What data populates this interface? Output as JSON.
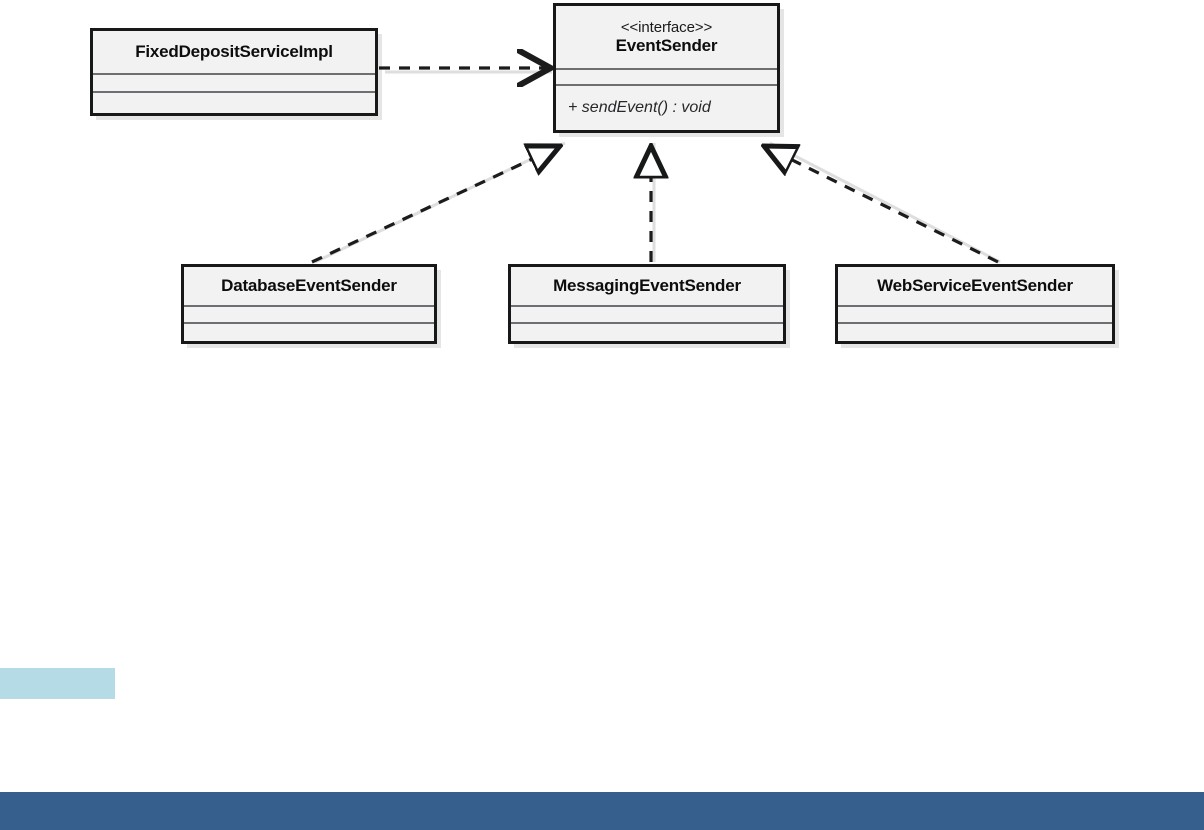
{
  "diagram": {
    "kind": "uml-class-diagram",
    "background": "#ffffff",
    "classes": [
      {
        "id": "fixeddeposit",
        "name": "FixedDepositServiceImpl",
        "stereotype": "",
        "attributes": [],
        "operations": []
      },
      {
        "id": "eventsender",
        "name": "EventSender",
        "stereotype": "<<interface>>",
        "attributes": [],
        "operations": [
          "+ sendEvent() : void"
        ]
      },
      {
        "id": "databaseeventsender",
        "name": "DatabaseEventSender",
        "stereotype": "",
        "attributes": [],
        "operations": []
      },
      {
        "id": "messagingeventsender",
        "name": "MessagingEventSender",
        "stereotype": "",
        "attributes": [],
        "operations": []
      },
      {
        "id": "webserviceeventsender",
        "name": "WebServiceEventSender",
        "stereotype": "",
        "attributes": [],
        "operations": []
      }
    ],
    "relationships": [
      {
        "id": "dep-fixeddeposit-eventsender",
        "type": "dependency",
        "line": "dashed",
        "arrowhead": "open-arrow",
        "from": "FixedDepositServiceImpl",
        "to": "EventSender"
      },
      {
        "id": "real-databaseeventsender-eventsender",
        "type": "realization",
        "line": "dashed",
        "arrowhead": "hollow-triangle",
        "from": "DatabaseEventSender",
        "to": "EventSender"
      },
      {
        "id": "real-messagingeventsender-eventsender",
        "type": "realization",
        "line": "dashed",
        "arrowhead": "hollow-triangle",
        "from": "MessagingEventSender",
        "to": "EventSender"
      },
      {
        "id": "real-webserviceeventsender-eventsender",
        "type": "realization",
        "line": "dashed",
        "arrowhead": "hollow-triangle",
        "from": "WebServiceEventSender",
        "to": "EventSender"
      }
    ],
    "colors": {
      "box_fill": "#f2f2f2",
      "box_border": "#16181a",
      "divider": "#6d6f72",
      "connector": "#1c1c1c",
      "highlight_swatch": "#b5dbe7",
      "footer_bar": "#365f8e"
    }
  },
  "chrome": {
    "highlight_swatch_label": "",
    "footer_bar_label": ""
  }
}
